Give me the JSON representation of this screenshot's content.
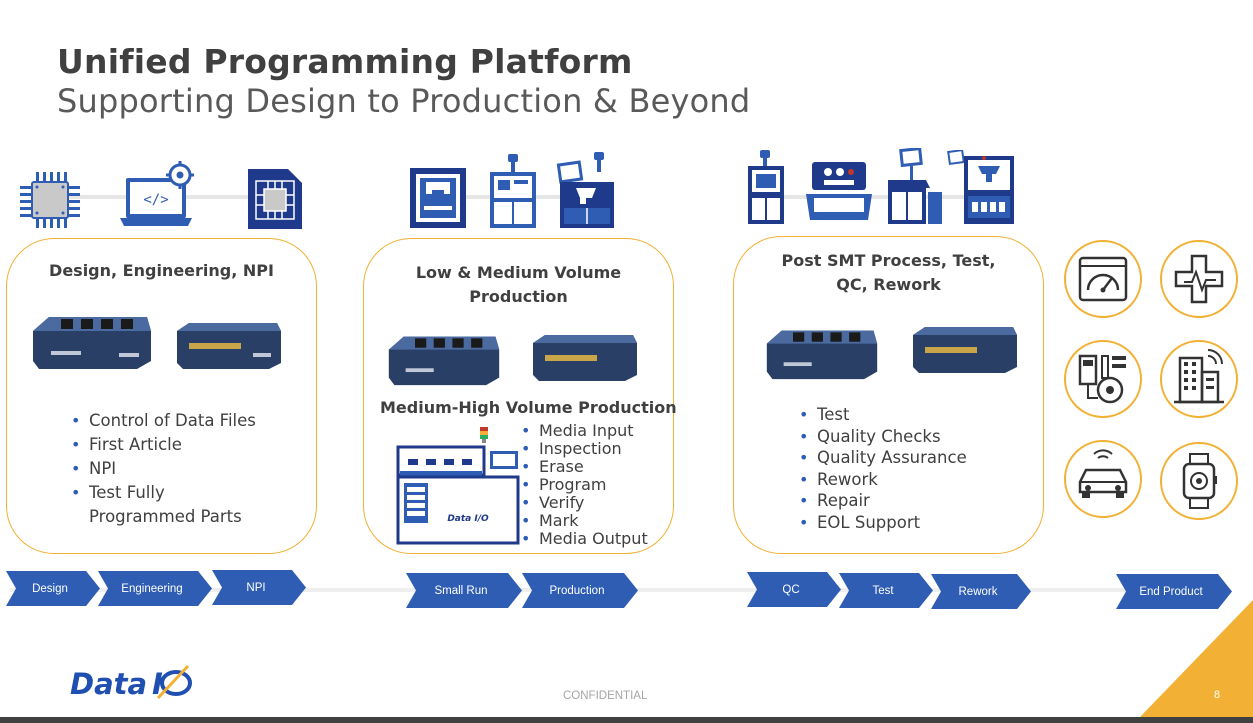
{
  "header": {
    "title": "Unified Programming Platform",
    "subtitle": "Supporting Design to Production & Beyond"
  },
  "panels": {
    "design": {
      "title": "Design, Engineering, NPI",
      "bullets": [
        "Control of Data Files",
        "First Article",
        "NPI",
        "Test Fully",
        "Programmed Parts"
      ]
    },
    "lowmed": {
      "title_line1": "Low & Medium Volume",
      "title_line2": "Production",
      "subtitle": "Medium-High Volume Production",
      "bullets": [
        "Media Input",
        "Inspection",
        "Erase",
        "Program",
        "Verify",
        "Mark",
        "Media Output"
      ]
    },
    "post": {
      "title_line1": "Post SMT Process, Test,",
      "title_line2": "QC, Rework",
      "bullets": [
        "Test",
        "Quality Checks",
        "Quality Assurance",
        "Rework",
        "Repair",
        "EOL Support"
      ]
    }
  },
  "flow": {
    "steps": [
      "Design",
      "Engineering",
      "NPI",
      "Small Run",
      "Production",
      "QC",
      "Test",
      "Rework",
      "End Product"
    ],
    "color": "#2e5db3"
  },
  "end_products": {
    "icons": [
      "dashboard-icon",
      "medical-cross-icon",
      "industrial-controls-icon",
      "building-icon",
      "connected-car-icon",
      "smartwatch-icon"
    ]
  },
  "footer": {
    "confidential": "CONFIDENTIAL",
    "page_number": "8",
    "logo_text": "Data I/O"
  },
  "colors": {
    "accent_orange": "#f2b134",
    "brand_blue": "#2e5db3",
    "dark_navy": "#1f3a8a",
    "text_gray": "#404040"
  }
}
